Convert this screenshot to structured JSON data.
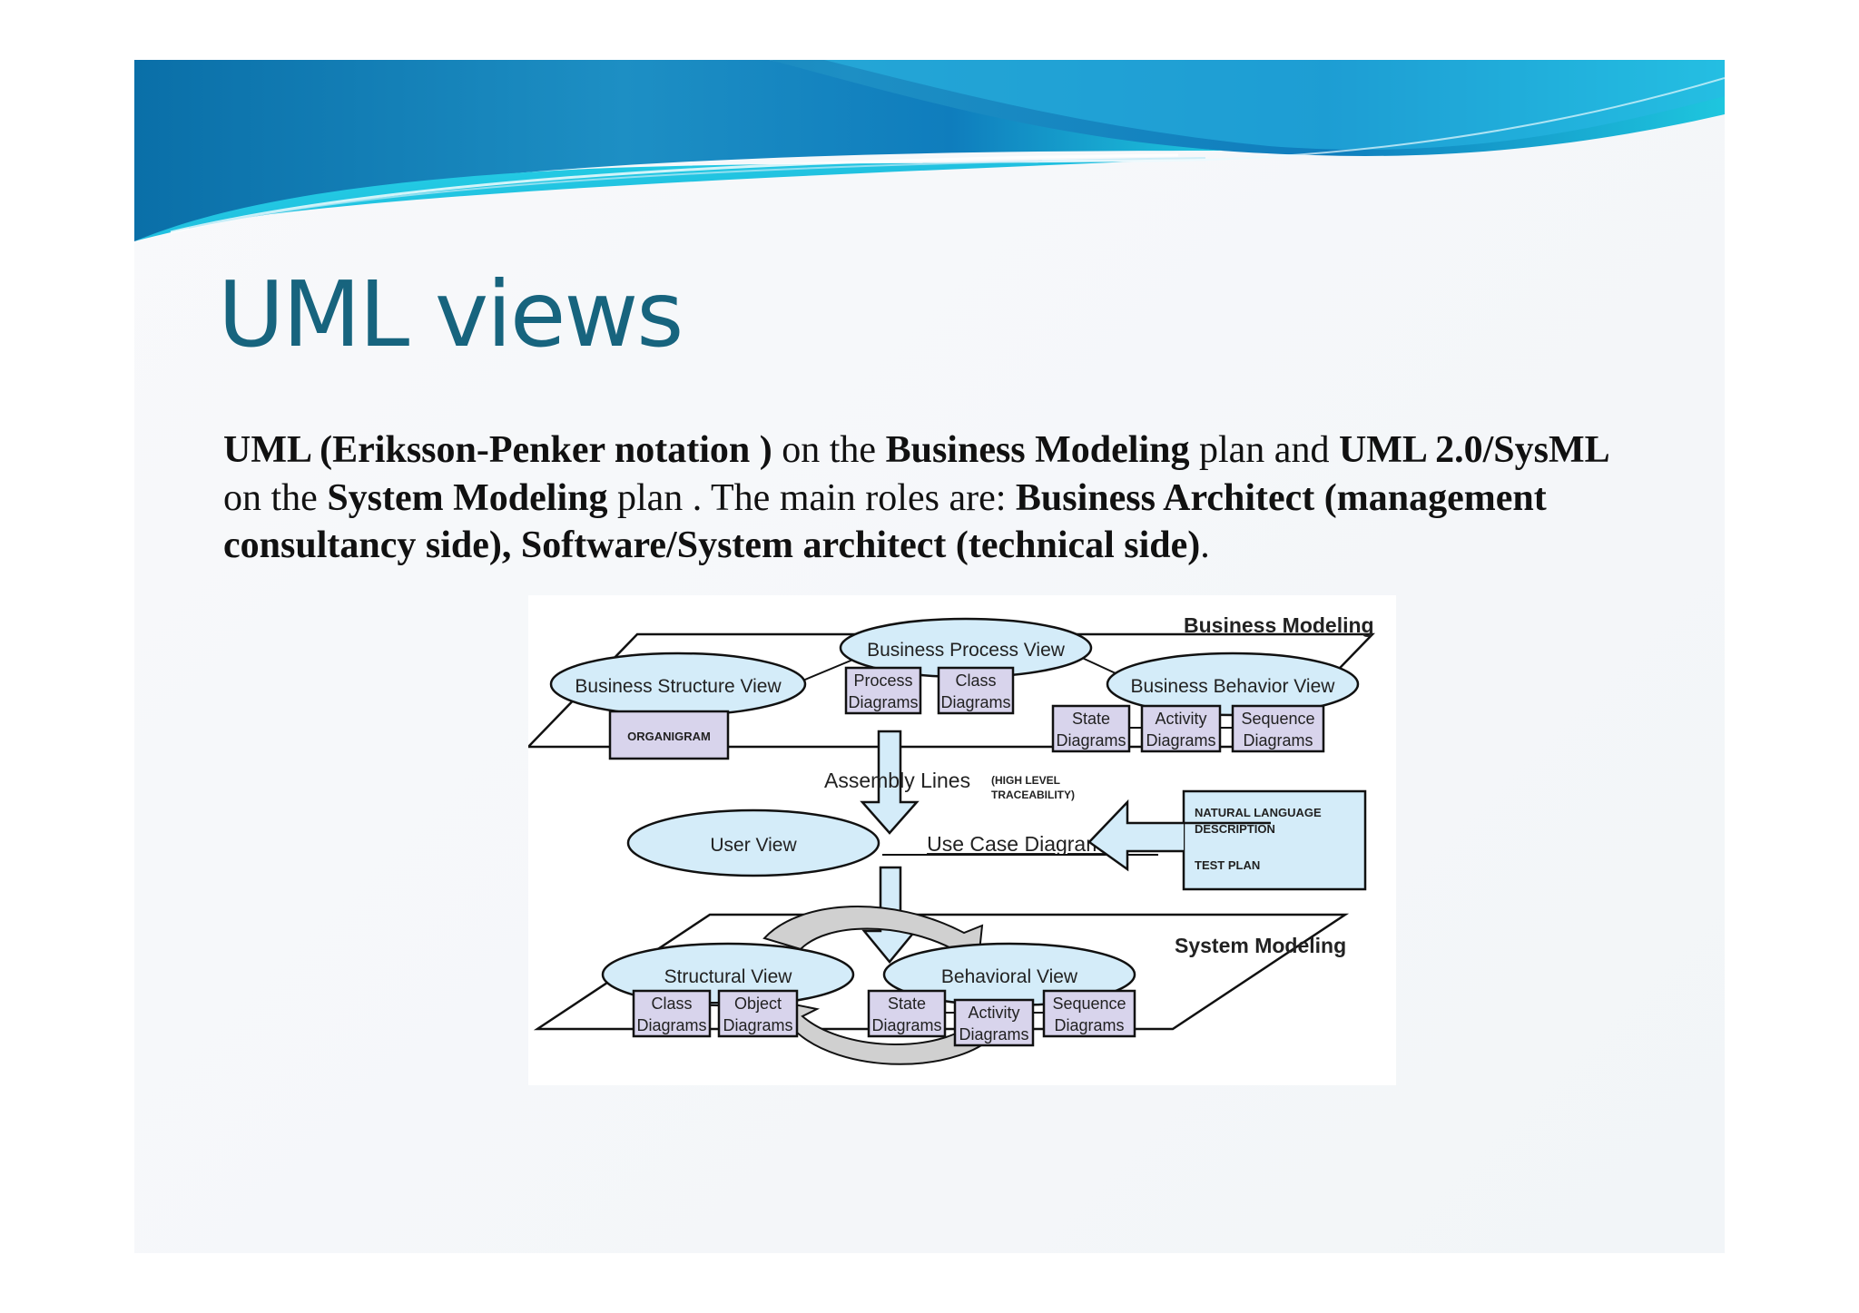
{
  "slide": {
    "title": "UML views",
    "body": [
      {
        "text": "UML (Eriksson-Penker  notation )",
        "bold": true
      },
      {
        "text": " on the ",
        "bold": false
      },
      {
        "text": "Business Modeling",
        "bold": true
      },
      {
        "text": " plan  and ",
        "bold": false
      },
      {
        "text": "UML 2.0/SysML",
        "bold": true
      },
      {
        "text": "  on the ",
        "bold": false
      },
      {
        "text": "System Modeling",
        "bold": true
      },
      {
        "text": " plan . The main roles are: ",
        "bold": false
      },
      {
        "text": "Business Architect (management consultancy side),",
        "bold": true
      },
      {
        "text": "  ",
        "bold": false
      },
      {
        "text": "Software/System architect (technical side)",
        "bold": true
      },
      {
        "text": ".",
        "bold": false
      }
    ]
  },
  "diagram": {
    "business_modeling": "Business Modeling",
    "system_modeling": "System Modeling",
    "business_process_view": "Business Process View",
    "process_diagrams": [
      "Process",
      "Diagrams"
    ],
    "class_diagrams_top": [
      "Class",
      "Diagrams"
    ],
    "business_structure_view": "Business Structure View",
    "organigram": "ORGANIGRAM",
    "business_behavior_view": "Business Behavior View",
    "state_diagrams_top": [
      "State",
      "Diagrams"
    ],
    "activity_diagrams_top": [
      "Activity",
      "Diagrams"
    ],
    "sequence_diagrams_top": [
      "Sequence",
      "Diagrams"
    ],
    "assembly_lines": "Assembly Lines",
    "traceability": [
      "(HIGH LEVEL",
      "TRACEABILITY)"
    ],
    "user_view": "User View",
    "use_case_diagrams": "Use Case Diagrams",
    "natural_language": [
      "NATURAL LANGUAGE",
      "DESCRIPTION"
    ],
    "test_plan": "TEST PLAN",
    "structural_view": "Structural View",
    "class_diagrams_bottom": [
      "Class",
      "Diagrams"
    ],
    "object_diagrams": [
      "Object",
      "Diagrams"
    ],
    "behavioral_view": "Behavioral View",
    "state_diagrams_bottom": [
      "State",
      "Diagrams"
    ],
    "activity_diagrams_bottom": [
      "Activity",
      "Diagrams"
    ],
    "sequence_diagrams_bottom": [
      "Sequence",
      "Diagrams"
    ]
  },
  "colors": {
    "title": "#17647e",
    "ellipse_fill": "#d4ecf9",
    "box_fill": "#d8d4ec",
    "info_box_fill": "#d4ecf9",
    "banner_dark": "#0a6fa8",
    "banner_light": "#22d0e6"
  }
}
